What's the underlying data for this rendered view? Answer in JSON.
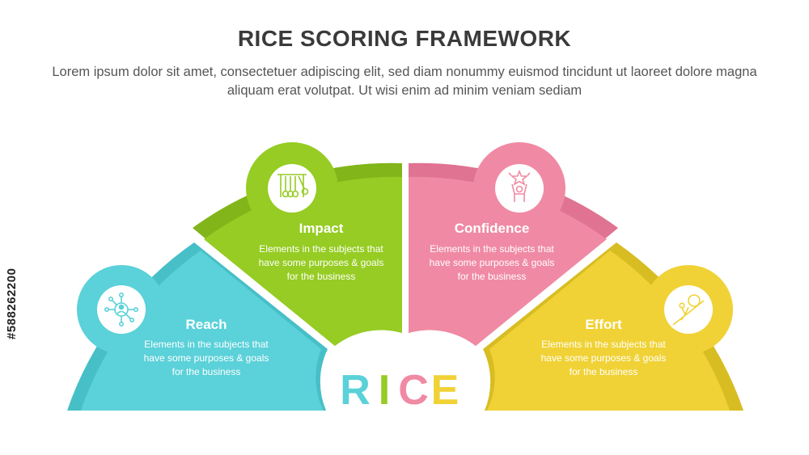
{
  "title": "RICE SCORING FRAMEWORK",
  "subtitle": "Lorem ipsum dolor sit amet, consectetuer adipiscing elit, sed diam nonummy euismod tincidunt ut laoreet dolore magna aliquam erat volutpat. Ut wisi enim ad minim veniam sediam",
  "center_word": [
    "R",
    "I",
    "C",
    "E"
  ],
  "center_colors": [
    "#5bd1d9",
    "#96cc23",
    "#f08aa4",
    "#f0d236"
  ],
  "watermark_id": "#588262200",
  "segments": [
    {
      "key": "reach",
      "title": "Reach",
      "desc": [
        "Elements in the subjects that",
        "have  some purposes & goals",
        "for the  business"
      ],
      "color": "#5bd1d9",
      "icon": "network-person-icon"
    },
    {
      "key": "impact",
      "title": "Impact",
      "desc": [
        "Elements in the subjects that",
        "have  some purposes & goals",
        "for the  business"
      ],
      "color": "#96cc23",
      "icon": "newtons-cradle-icon"
    },
    {
      "key": "confidence",
      "title": "Confidence",
      "desc": [
        "Elements in the subjects that",
        "have  some purposes & goals",
        "for the  business"
      ],
      "color": "#f08aa4",
      "icon": "person-star-icon"
    },
    {
      "key": "effort",
      "title": "Effort",
      "desc": [
        "Elements in the subjects that",
        "have  some purposes & goals",
        "for the  business"
      ],
      "color": "#f0d236",
      "icon": "push-boulder-icon"
    }
  ]
}
